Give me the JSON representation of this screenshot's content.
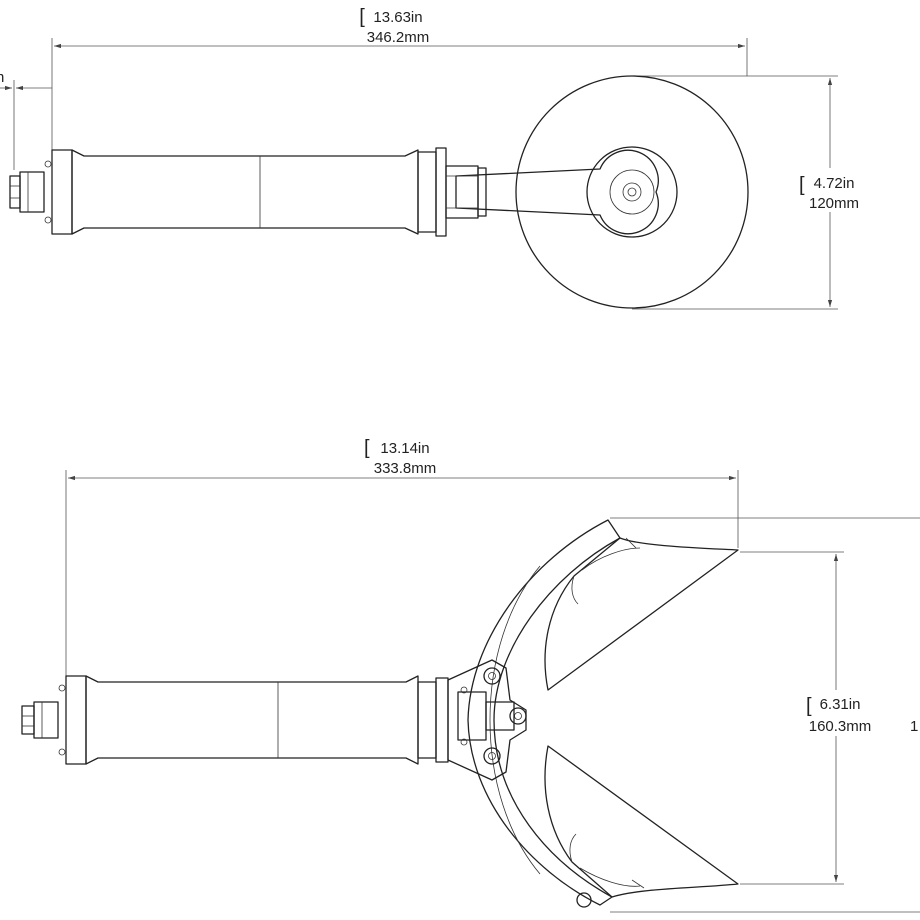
{
  "top_view": {
    "length": {
      "in": "13.63in",
      "mm": "346.2mm"
    },
    "diameter": {
      "in": "4.72in",
      "mm": "120mm"
    },
    "left_dim_partial": "n"
  },
  "bottom_view": {
    "length": {
      "in": "13.14in",
      "mm": "333.8mm"
    },
    "width": {
      "in": "6.31in",
      "mm": "160.3mm"
    },
    "right_edge_partial": "1"
  }
}
